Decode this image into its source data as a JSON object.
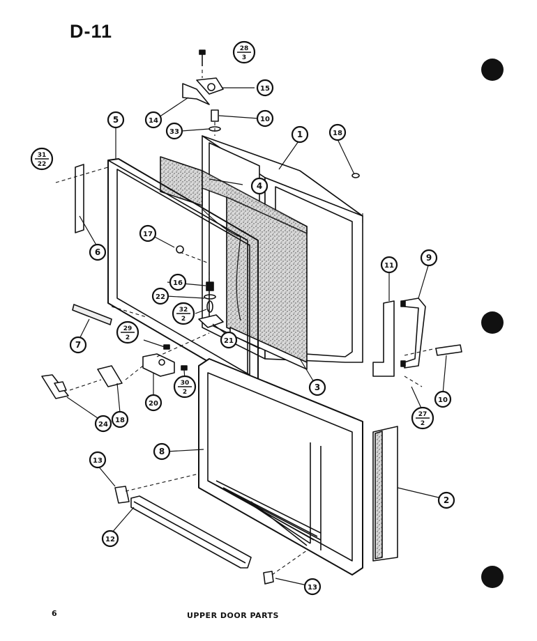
{
  "page": {
    "title": "D-11",
    "caption": "UPPER DOOR PARTS",
    "page_number": "6"
  },
  "callouts": [
    {
      "id": "c1",
      "label": "1"
    },
    {
      "id": "c2",
      "label": "2"
    },
    {
      "id": "c3",
      "label": "3"
    },
    {
      "id": "c4",
      "label": "4"
    },
    {
      "id": "c5",
      "label": "5"
    },
    {
      "id": "c6",
      "label": "6"
    },
    {
      "id": "c7",
      "label": "7"
    },
    {
      "id": "c8",
      "label": "8"
    },
    {
      "id": "c9",
      "label": "9"
    },
    {
      "id": "c10a",
      "label": "10"
    },
    {
      "id": "c10b",
      "label": "10"
    },
    {
      "id": "c11",
      "label": "11"
    },
    {
      "id": "c12",
      "label": "12"
    },
    {
      "id": "c13a",
      "label": "13"
    },
    {
      "id": "c13b",
      "label": "13"
    },
    {
      "id": "c14",
      "label": "14"
    },
    {
      "id": "c15",
      "label": "15"
    },
    {
      "id": "c16",
      "label": "16"
    },
    {
      "id": "c17",
      "label": "17"
    },
    {
      "id": "c18a",
      "label": "18"
    },
    {
      "id": "c18b",
      "label": "18"
    },
    {
      "id": "c20",
      "label": "20"
    },
    {
      "id": "c21",
      "label": "21"
    },
    {
      "id": "c22",
      "label": "22"
    },
    {
      "id": "c24",
      "label": "24"
    },
    {
      "id": "c33",
      "label": "33"
    }
  ],
  "fractions": [
    {
      "id": "f28",
      "top": "28",
      "bottom": "3"
    },
    {
      "id": "f31",
      "top": "31",
      "bottom": "22"
    },
    {
      "id": "f32",
      "top": "32",
      "bottom": "2"
    },
    {
      "id": "f29",
      "top": "29",
      "bottom": "2"
    },
    {
      "id": "f30",
      "top": "30",
      "bottom": "2"
    },
    {
      "id": "f27",
      "top": "27",
      "bottom": "2"
    }
  ],
  "colors": {
    "ink": "#111111",
    "paper": "#ffffff",
    "speckle": "#555555"
  }
}
